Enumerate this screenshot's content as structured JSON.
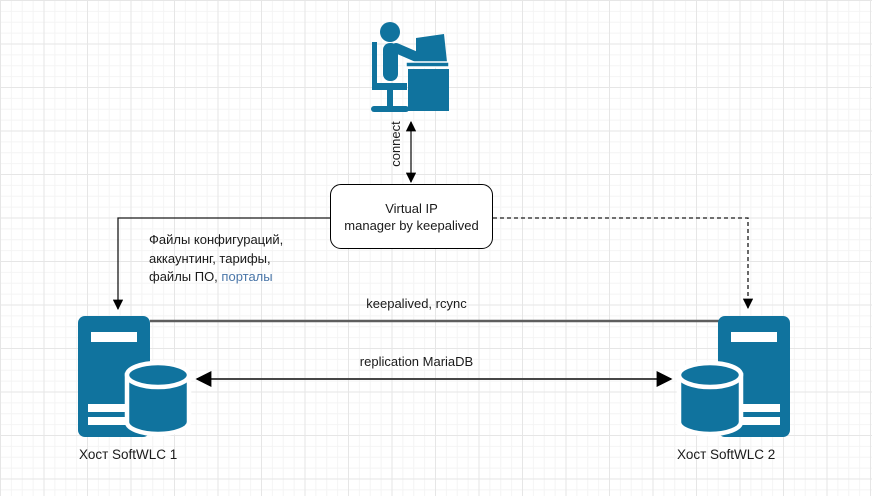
{
  "diagram": {
    "admin": {
      "icon": "user-at-desk"
    },
    "vip_box": {
      "line1": "Virtual IP",
      "line2": "manager by keepalived"
    },
    "edge_connect": {
      "label": "connect"
    },
    "edge_files": {
      "line1": "Файлы конфигураций,",
      "line2": "аккаунтинг, тарифы,",
      "line3_prefix": "файлы ПО, ",
      "line3_highlight": "порталы"
    },
    "edge_keepalived": {
      "label": "keepalived, rcync"
    },
    "edge_replication": {
      "label": "replication MariaDB"
    },
    "host1": {
      "label": "Хост SoftWLC 1"
    },
    "host2": {
      "label": "Хост SoftWLC 2"
    },
    "colors": {
      "node_fill": "#10739e",
      "highlight_text": "#4a76a8",
      "connector_black": "#1a1a1a",
      "connector_gray": "#5e5e5e"
    }
  }
}
